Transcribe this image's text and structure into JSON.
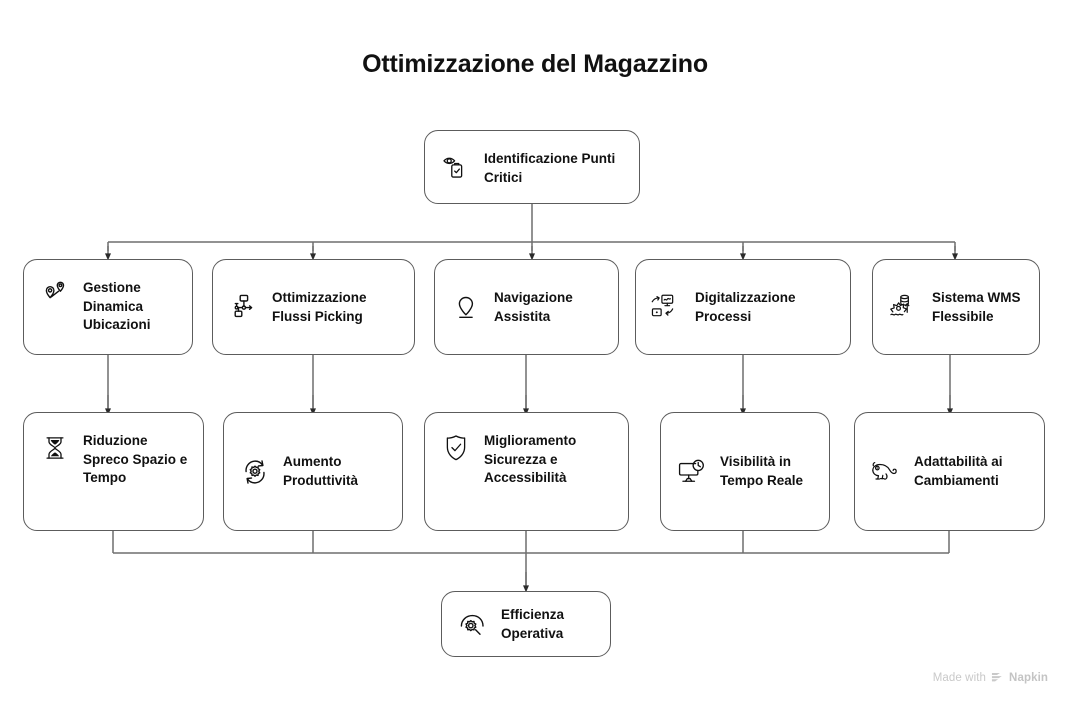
{
  "title": "Ottimizzazione del Magazzino",
  "watermark": {
    "prefix": "Made with",
    "brand": "Napkin",
    "logo_icon": "napkin-logo-icon"
  },
  "theme": {
    "background": "#ffffff",
    "node_border": "#5c5c5c",
    "node_fill": "#ffffff",
    "connector": "#6e6e6e",
    "text": "#111111",
    "watermark_text": "#c9c9c9"
  },
  "diagram": {
    "type": "flowchart",
    "orientation": "top-down",
    "levels": [
      {
        "level": 1,
        "name": "root",
        "nodes": [
          {
            "id": "identificazione",
            "label": "Identificazione Punti\nCritici",
            "icon": "eye-clipboard-icon"
          }
        ]
      },
      {
        "level": 2,
        "name": "strategies",
        "nodes": [
          {
            "id": "gestione",
            "label": "Gestione\nDinamica\nUbicazioni",
            "icon": "map-pins-route-icon"
          },
          {
            "id": "picking",
            "label": "Ottimizzazione\nFlussi Picking",
            "icon": "workflow-nodes-icon"
          },
          {
            "id": "navigazione",
            "label": "Navigazione\nAssistita",
            "icon": "location-pin-icon"
          },
          {
            "id": "digitalizzazione",
            "label": "Digitalizzazione\nProcessi",
            "icon": "digital-screens-arrows-icon"
          },
          {
            "id": "wms",
            "label": "Sistema WMS\nFlessibile",
            "icon": "database-flexible-gear-icon"
          }
        ]
      },
      {
        "level": 3,
        "name": "outcomes",
        "nodes": [
          {
            "id": "riduzione",
            "label": "Riduzione\nSpreco Spazio e\nTempo",
            "icon": "hourglass-icon"
          },
          {
            "id": "aumento",
            "label": "Aumento\nProduttività",
            "icon": "gear-refresh-icon"
          },
          {
            "id": "miglioramento",
            "label": "Miglioramento\nSicurezza e\nAccessibilità",
            "icon": "shield-check-icon"
          },
          {
            "id": "visibilita",
            "label": "Visibilità in\nTempo Reale",
            "icon": "monitor-clock-icon"
          },
          {
            "id": "adattabilita",
            "label": "Adattabilità ai\nCambiamenti",
            "icon": "chameleon-icon"
          }
        ]
      },
      {
        "level": 4,
        "name": "goal",
        "nodes": [
          {
            "id": "efficienza",
            "label": "Efficienza\nOperativa",
            "icon": "gear-magnifier-icon"
          }
        ]
      }
    ],
    "connections": [
      {
        "from": "identificazione",
        "to": "gestione"
      },
      {
        "from": "identificazione",
        "to": "picking"
      },
      {
        "from": "identificazione",
        "to": "navigazione"
      },
      {
        "from": "identificazione",
        "to": "digitalizzazione"
      },
      {
        "from": "identificazione",
        "to": "wms"
      },
      {
        "from": "gestione",
        "to": "riduzione"
      },
      {
        "from": "picking",
        "to": "aumento"
      },
      {
        "from": "navigazione",
        "to": "miglioramento"
      },
      {
        "from": "digitalizzazione",
        "to": "visibilita"
      },
      {
        "from": "wms",
        "to": "adattabilita"
      },
      {
        "from": "riduzione",
        "to": "efficienza"
      },
      {
        "from": "aumento",
        "to": "efficienza"
      },
      {
        "from": "miglioramento",
        "to": "efficienza"
      },
      {
        "from": "visibilita",
        "to": "efficienza"
      },
      {
        "from": "adattabilita",
        "to": "efficienza"
      }
    ]
  }
}
